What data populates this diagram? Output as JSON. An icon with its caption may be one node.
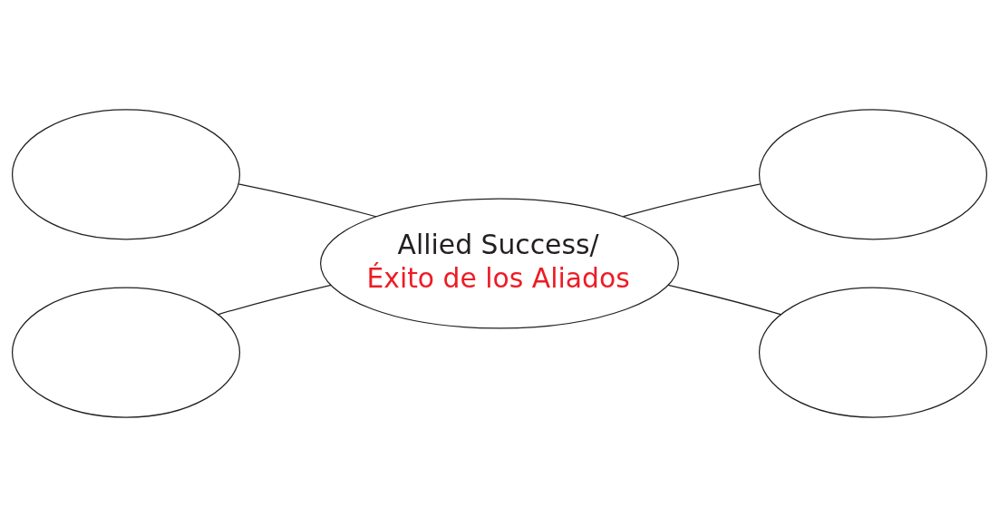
{
  "diagram": {
    "nodes": [
      {
        "text": [],
        "shape": "ellipse"
      },
      {
        "text": [],
        "shape": "ellipse"
      },
      {
        "text": [
          "Allied Success/",
          "Éxito de los Aliados"
        ]
      },
      {
        "text": [],
        "shape": "ellipse"
      },
      {
        "text": [],
        "shape": "ellipse"
      }
    ],
    "edges": [
      {
        "from": 2,
        "to": 0,
        "arrow": "none"
      },
      {
        "from": 2,
        "to": 1,
        "arrow": "none"
      },
      {
        "from": 2,
        "to": 3,
        "arrow": "none"
      },
      {
        "from": 2,
        "to": 4,
        "arrow": "none"
      }
    ]
  }
}
